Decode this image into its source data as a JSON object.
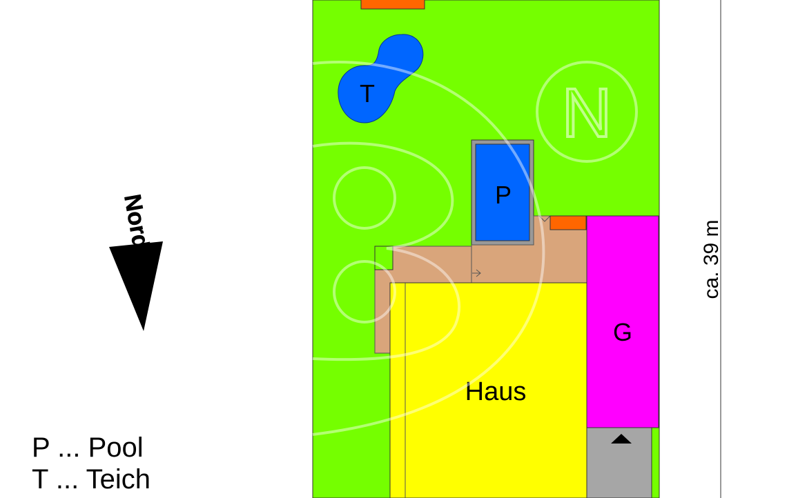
{
  "plan": {
    "labels": {
      "pond": "T",
      "pool": "P",
      "house": "Haus",
      "garage": "G",
      "north": "Norden",
      "dimension": "ca. 39 m"
    },
    "legend": [
      {
        "key": "P",
        "sep": "...",
        "text": "Pool"
      },
      {
        "key": "T",
        "sep": "...",
        "text": "Teich"
      }
    ],
    "colors": {
      "garden": "#75ff00",
      "pond": "#0066ff",
      "pool_frame": "#999999",
      "terrace": "#d9a57b",
      "house": "#ffff00",
      "garage": "#ff00ff",
      "driveway": "#a6a6a6",
      "accent_orange": "#ff6600",
      "north_arrow": "#000000"
    },
    "watermark": {
      "letter": "N",
      "icon": "compass-watermark-icon"
    }
  }
}
